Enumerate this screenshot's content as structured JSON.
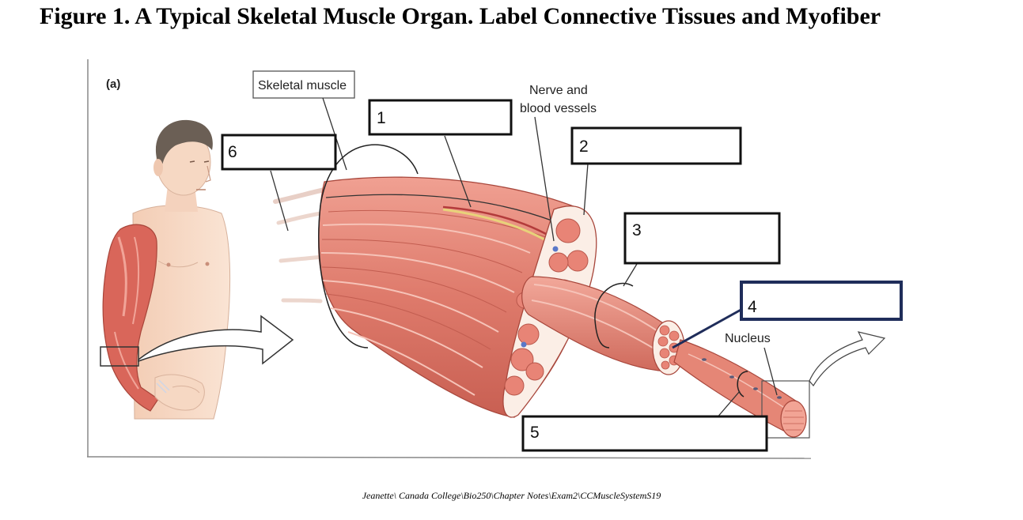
{
  "title": "Figure 1. A Typical Skeletal Muscle Organ. Label Connective Tissues and Myofiber",
  "panel_label": "(a)",
  "captions": {
    "skeletal_muscle": "Skeletal muscle",
    "nerve_line1": "Nerve and",
    "nerve_line2": "blood vessels",
    "nucleus": "Nucleus"
  },
  "blank_labels": [
    "1",
    "2",
    "3",
    "4",
    "5",
    "6"
  ],
  "footer": "Jeanette\\ Canada College\\Bio250\\Chapter Notes\\Exam2\\CCMuscleSystemS19",
  "colors": {
    "muscle": "#e07a6c",
    "muscle_dark": "#b84a3e",
    "muscle_light": "#f4b3a6",
    "skin": "#f7d9c4",
    "hair": "#6b5f55",
    "box_outline": "#111111",
    "box4_outline": "#1f2d5a"
  }
}
